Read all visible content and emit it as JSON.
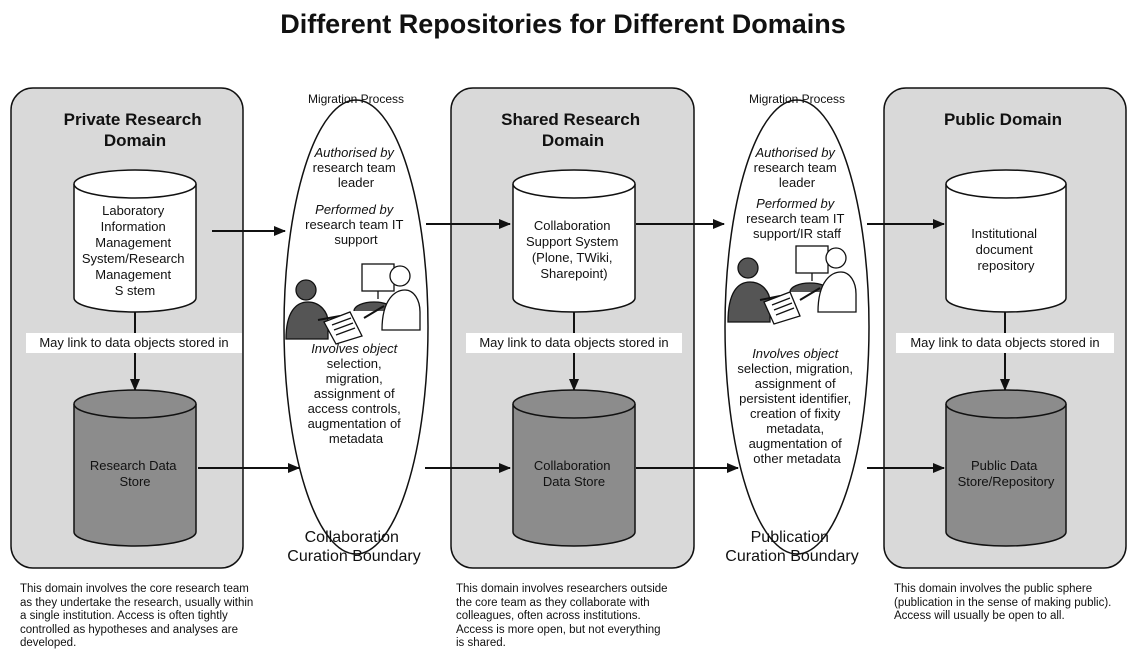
{
  "title": "Different Repositories for Different Domains",
  "domains": [
    {
      "name_lines": [
        "Private Research",
        "Domain"
      ],
      "system_lines": [
        "Laboratory",
        "Information",
        "Management",
        "System/Research",
        "Management",
        "S stem"
      ],
      "link_label": "May link to data objects stored in",
      "store_lines": [
        "Research Data",
        "Store"
      ],
      "description": "This domain involves the core research team as they undertake the research, usually within a single institution. Access is often tightly controlled as hypotheses and analyses are developed."
    },
    {
      "name_lines": [
        "Shared Research",
        "Domain"
      ],
      "system_lines": [
        "Collaboration",
        "Support System",
        "(Plone, TWiki,",
        "Sharepoint)"
      ],
      "link_label": "May link to data objects stored in",
      "store_lines": [
        "Collaboration",
        "Data Store"
      ],
      "description": "This domain involves researchers outside the core team as they collaborate with colleagues, often across institutions. Access is more open, but not everything is shared."
    },
    {
      "name_lines": [
        "Public Domain"
      ],
      "system_lines": [
        "Institutional",
        "document",
        "repository"
      ],
      "link_label": "May link to data objects stored in",
      "store_lines": [
        "Public Data",
        "Store/Repository"
      ],
      "description": "This domain involves the public sphere (publication in the sense of making public). Access will usually be open to all."
    }
  ],
  "migrations": [
    {
      "label": "Migration Process",
      "authorised_lines": [
        "Authorised by",
        "research team",
        "leader"
      ],
      "performed_lines": [
        "Performed by",
        "research team IT",
        "support"
      ],
      "involves_lines": [
        "Involves object",
        "selection,",
        "migration,",
        "assignment of",
        "access controls,",
        "augmentation of",
        "metadata"
      ],
      "boundary_lines": [
        "Collaboration",
        "Curation Boundary"
      ]
    },
    {
      "label": "Migration Process",
      "authorised_lines": [
        "Authorised by",
        "research team",
        "leader"
      ],
      "performed_lines": [
        "Performed by",
        "research team IT",
        "support/IR staff"
      ],
      "involves_lines": [
        "Involves object",
        "selection, migration,",
        "assignment of",
        "persistent identifier,",
        "creation of fixity",
        "metadata,",
        "augmentation of",
        "other metadata"
      ],
      "boundary_lines": [
        "Publication",
        "Curation Boundary"
      ]
    }
  ]
}
